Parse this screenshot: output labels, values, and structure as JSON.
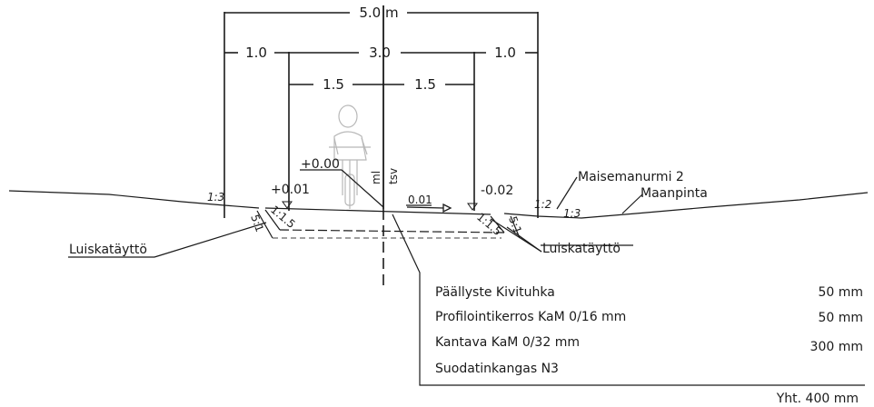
{
  "dimensions": {
    "total": "5.0 m",
    "left_shoulder": "1.0",
    "path_width": "3.0",
    "right_shoulder": "1.0",
    "left_half": "1.5",
    "right_half": "1.5"
  },
  "elevations": {
    "center": "+0.00",
    "left_edge": "+0.01",
    "right_edge": "-0.02",
    "crossfall": "0.01"
  },
  "slopes": {
    "left_outer": "1:3",
    "left_edge": "1:1.5",
    "left_fill": "5:1",
    "right_edge": "1:1.5",
    "right_fill": "5:1",
    "right_outer_a": "1:2",
    "right_outer_b": "1:3"
  },
  "axis_labels": {
    "ml": "ml",
    "tsv": "tsv"
  },
  "callouts": {
    "left_fill": "Luiskatäyttö",
    "right_fill": "Luiskatäyttö",
    "landscape": "Maisemanurmi 2",
    "ground": "Maanpinta"
  },
  "layers": [
    {
      "name": "Päällyste Kivituhka",
      "thickness": "50 mm"
    },
    {
      "name": "Profilointikerros KaM 0/16 mm",
      "thickness": "50 mm"
    },
    {
      "name": "Kantava KaM 0/32 mm",
      "thickness": "300 mm"
    },
    {
      "name": "Suodatinkangas N3",
      "thickness": ""
    }
  ],
  "total": "Yht.  400 mm"
}
